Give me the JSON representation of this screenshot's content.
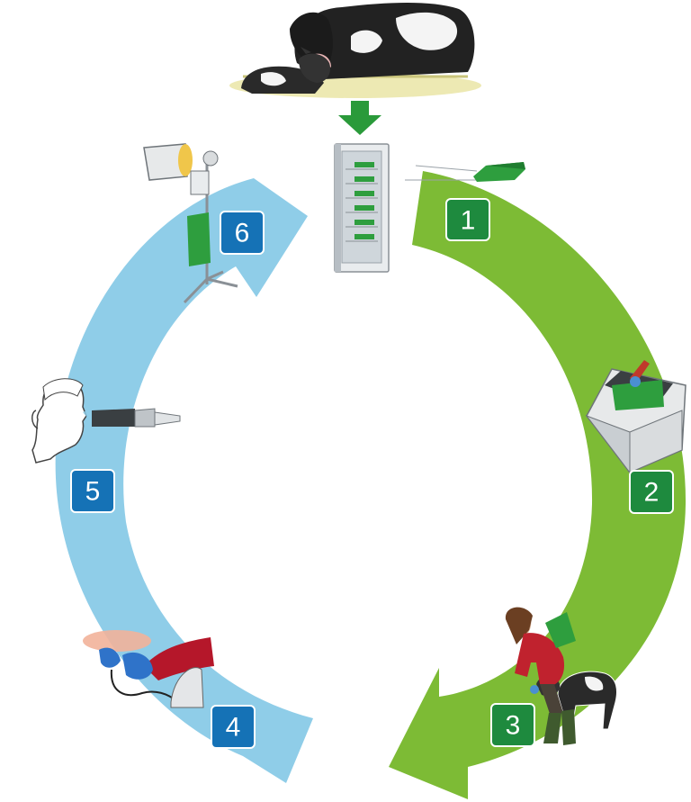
{
  "colors": {
    "green_arrow": "#7dbb35",
    "green_badge": "#1e8a3e",
    "blue_arrow": "#8fcde8",
    "blue_badge": "#1572b6",
    "down_arrow": "#2a9a3a",
    "badge_border": "#ffffff"
  },
  "steps": [
    {
      "number": "1",
      "color_group": "green",
      "icon": "colostrum-bag-icon"
    },
    {
      "number": "2",
      "color_group": "green",
      "icon": "thawing-device-icon"
    },
    {
      "number": "3",
      "color_group": "green",
      "icon": "farmer-feeding-calf-icon"
    },
    {
      "number": "4",
      "color_group": "blue",
      "icon": "milking-cow-icon"
    },
    {
      "number": "5",
      "color_group": "blue",
      "icon": "refractometer-icon"
    },
    {
      "number": "6",
      "color_group": "blue",
      "icon": "colostrum-pasteurizer-stand-icon"
    }
  ],
  "top_icons": [
    "cow-and-calf-icon",
    "down-arrow-icon",
    "freezer-icon"
  ]
}
